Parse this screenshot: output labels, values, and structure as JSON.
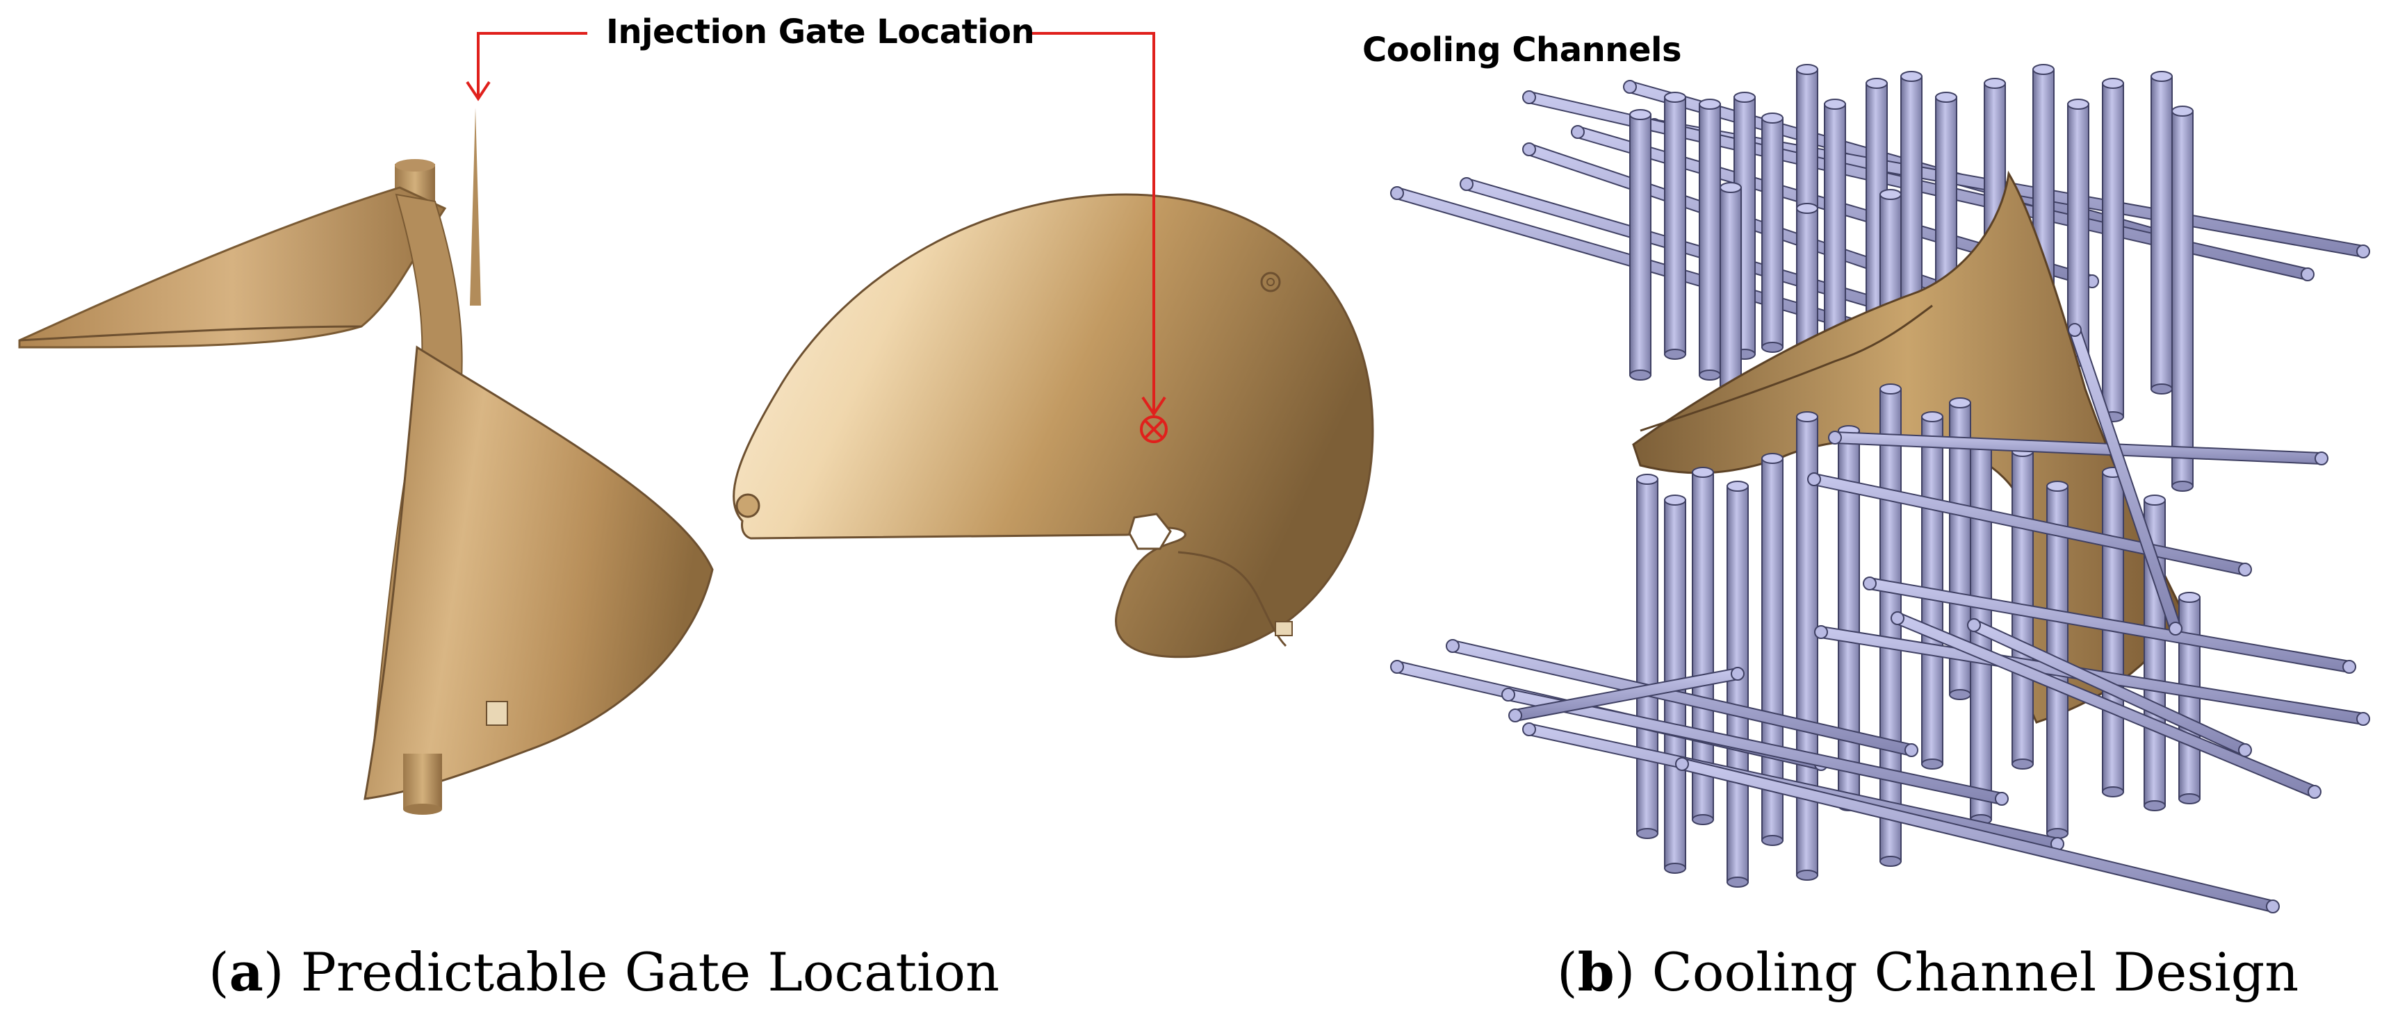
{
  "panel_a": {
    "callout_label": "Injection Gate Location",
    "caption_tag": "a",
    "caption_text": "Predictable Gate Location"
  },
  "panel_b": {
    "callout_label": "Cooling Channels",
    "caption_tag": "b",
    "caption_text": "Cooling Channel Design"
  },
  "colors": {
    "part_tan": "#c9a56d",
    "part_dark": "#8a6a3e",
    "part_light": "#fff3dc",
    "channel_fill": "#a9aad4",
    "channel_stroke": "#3f4063",
    "callout_red": "#e0201c"
  },
  "icons": [
    "gate-marker-icon",
    "callout-arrow-icon"
  ]
}
